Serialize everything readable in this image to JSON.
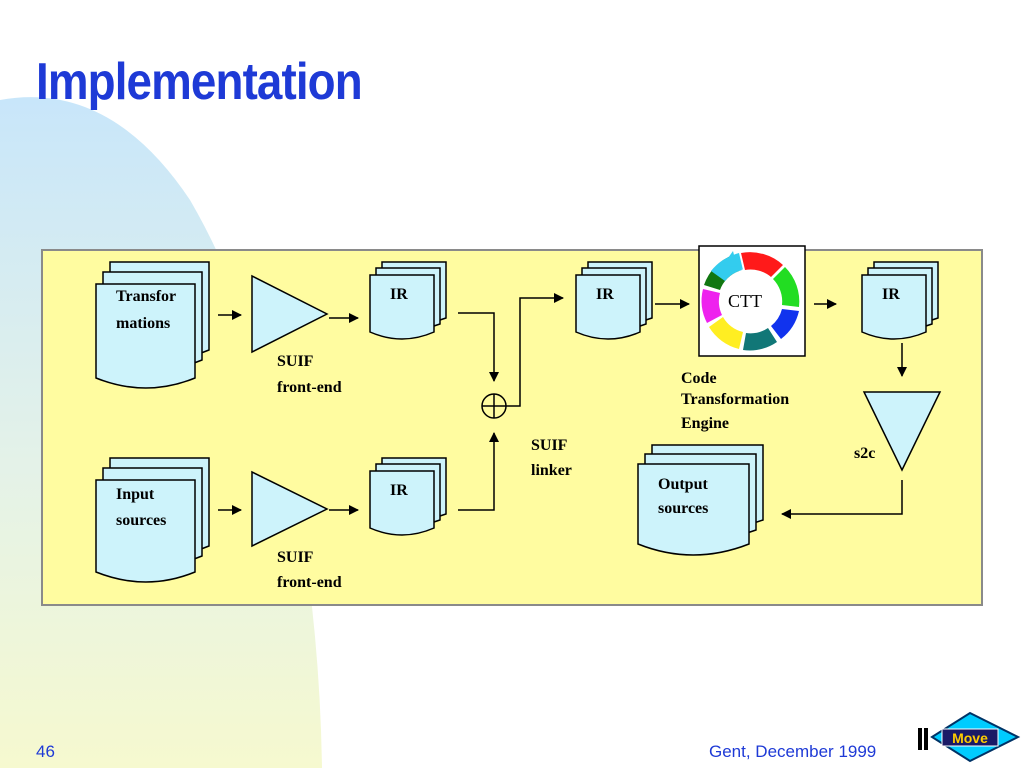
{
  "slide": {
    "title": "Implementation",
    "page_number": "46",
    "footer": "Gent, December 1999"
  },
  "diagram": {
    "transformations_label": [
      "Transfor",
      "mations"
    ],
    "input_sources_label": [
      "Input",
      "sources"
    ],
    "front_end_top_label": [
      "SUIF",
      "front-end"
    ],
    "front_end_bottom_label": [
      "SUIF",
      "front-end"
    ],
    "ir_label": "IR",
    "linker_label": [
      "SUIF",
      "linker"
    ],
    "ctt_label": "CTT",
    "engine_label": [
      "Code",
      "Transformation",
      "Engine"
    ],
    "s2c_label": "s2c",
    "output_sources_label": [
      "Output",
      "sources"
    ]
  },
  "nav": {
    "move_label": "Move"
  },
  "colors": {
    "title": "#1e3ad6",
    "panel": "#fffca0",
    "document_fill": "#cdf3fb",
    "background_accent": "#cde9f8"
  }
}
